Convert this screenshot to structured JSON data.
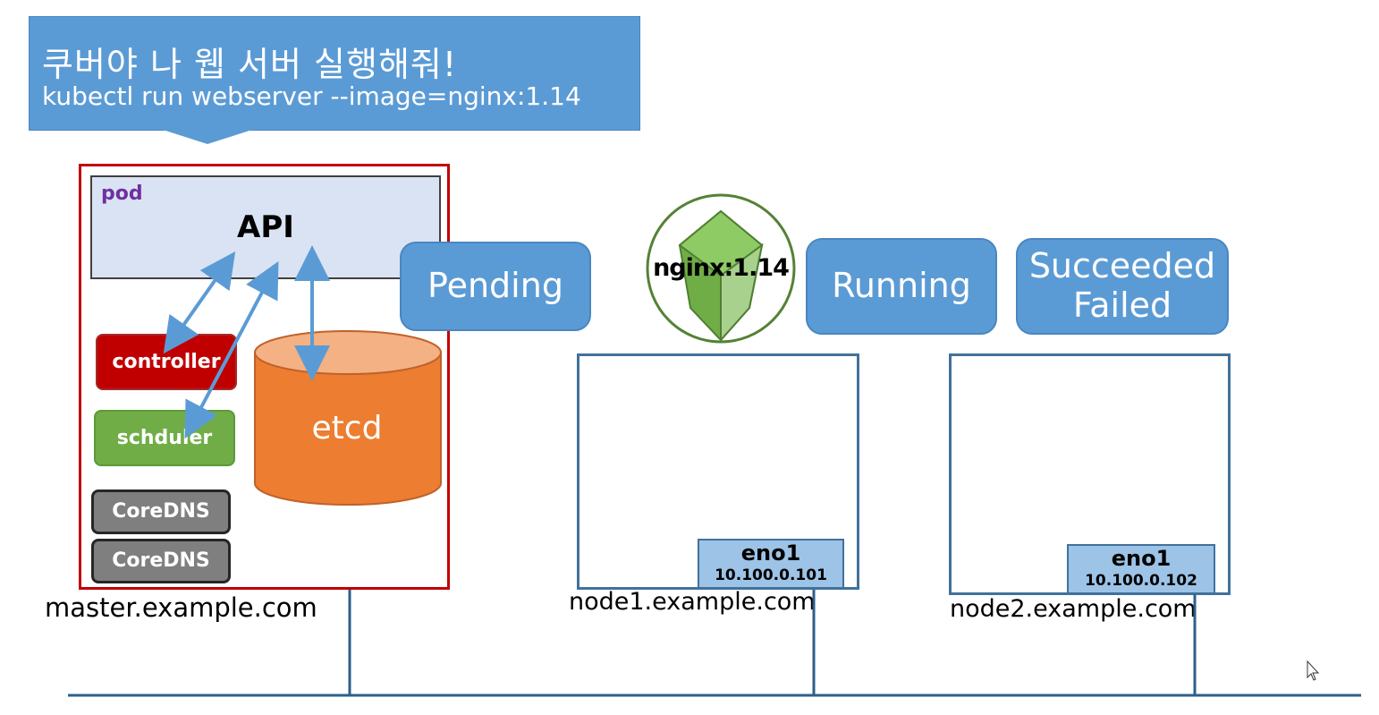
{
  "bubble": {
    "title": "쿠버야 나 웹 서버 실행해줘!",
    "command": "kubectl  run webserver --image=nginx:1.14"
  },
  "master": {
    "pod_label": "pod",
    "api_label": "API",
    "components": {
      "controller": "controller",
      "scheduler": "schduler",
      "coredns": [
        "CoreDNS",
        "CoreDNS"
      ],
      "etcd": "etcd"
    },
    "hostname": "master.example.com"
  },
  "container": {
    "label": "nginx:1.14"
  },
  "states": {
    "pending": "Pending",
    "running": "Running",
    "succeeded": "Succeeded",
    "failed": "Failed"
  },
  "nodes": [
    {
      "hostname": "node1.example.com",
      "iface": "eno1",
      "ip": "10.100.0.101"
    },
    {
      "hostname": "node2.example.com",
      "iface": "eno1",
      "ip": "10.100.0.102"
    }
  ],
  "colors": {
    "bubble": "#5b9bd5",
    "master_border": "#c00000",
    "pod_fill": "#dae3f3",
    "controller": "#c00000",
    "scheduler": "#70ad47",
    "coredns": "#7f7f7f",
    "etcd": "#ed7d31",
    "node_border": "#41719c",
    "eno_fill": "#9dc3e6",
    "nginx_green": "#70ad47"
  }
}
